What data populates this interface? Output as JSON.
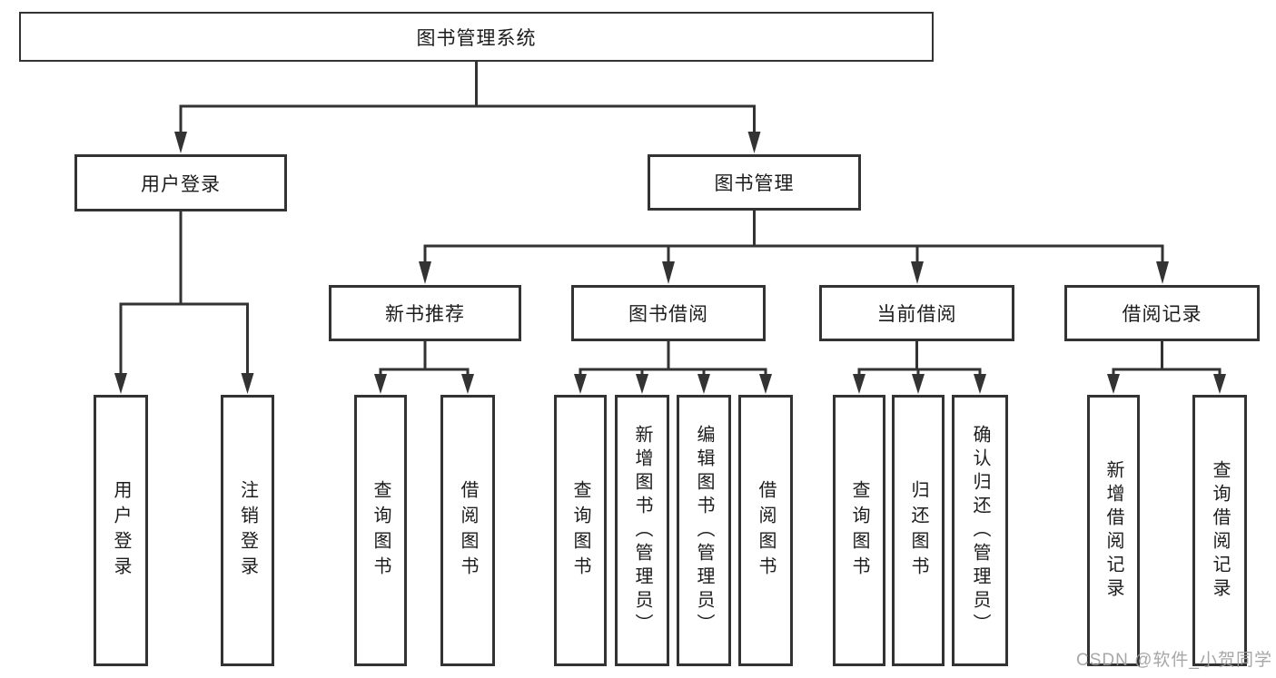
{
  "colors": {
    "background": "#ffffff",
    "line": "#333333",
    "text": "#1c1c1c",
    "watermark": "#9e9e9e"
  },
  "tree": {
    "label": "图书管理系统",
    "children": [
      {
        "label": "用户登录",
        "children": [
          {
            "label": "用户登录"
          },
          {
            "label": "注销登录"
          }
        ]
      },
      {
        "label": "图书管理",
        "children": [
          {
            "label": "新书推荐",
            "children": [
              {
                "label": "查询图书"
              },
              {
                "label": "借阅图书"
              }
            ]
          },
          {
            "label": "图书借阅",
            "children": [
              {
                "label": "查询图书"
              },
              {
                "label": "新增图书（管理员）"
              },
              {
                "label": "编辑图书（管理员）"
              },
              {
                "label": "借阅图书"
              }
            ]
          },
          {
            "label": "当前借阅",
            "children": [
              {
                "label": "查询图书"
              },
              {
                "label": "归还图书"
              },
              {
                "label": "确认归还（管理员）"
              }
            ]
          },
          {
            "label": "借阅记录",
            "children": [
              {
                "label": "新增借阅记录"
              },
              {
                "label": "查询借阅记录"
              }
            ]
          }
        ]
      }
    ]
  },
  "watermark": {
    "text": "CSDN @软件_小贺同学"
  }
}
